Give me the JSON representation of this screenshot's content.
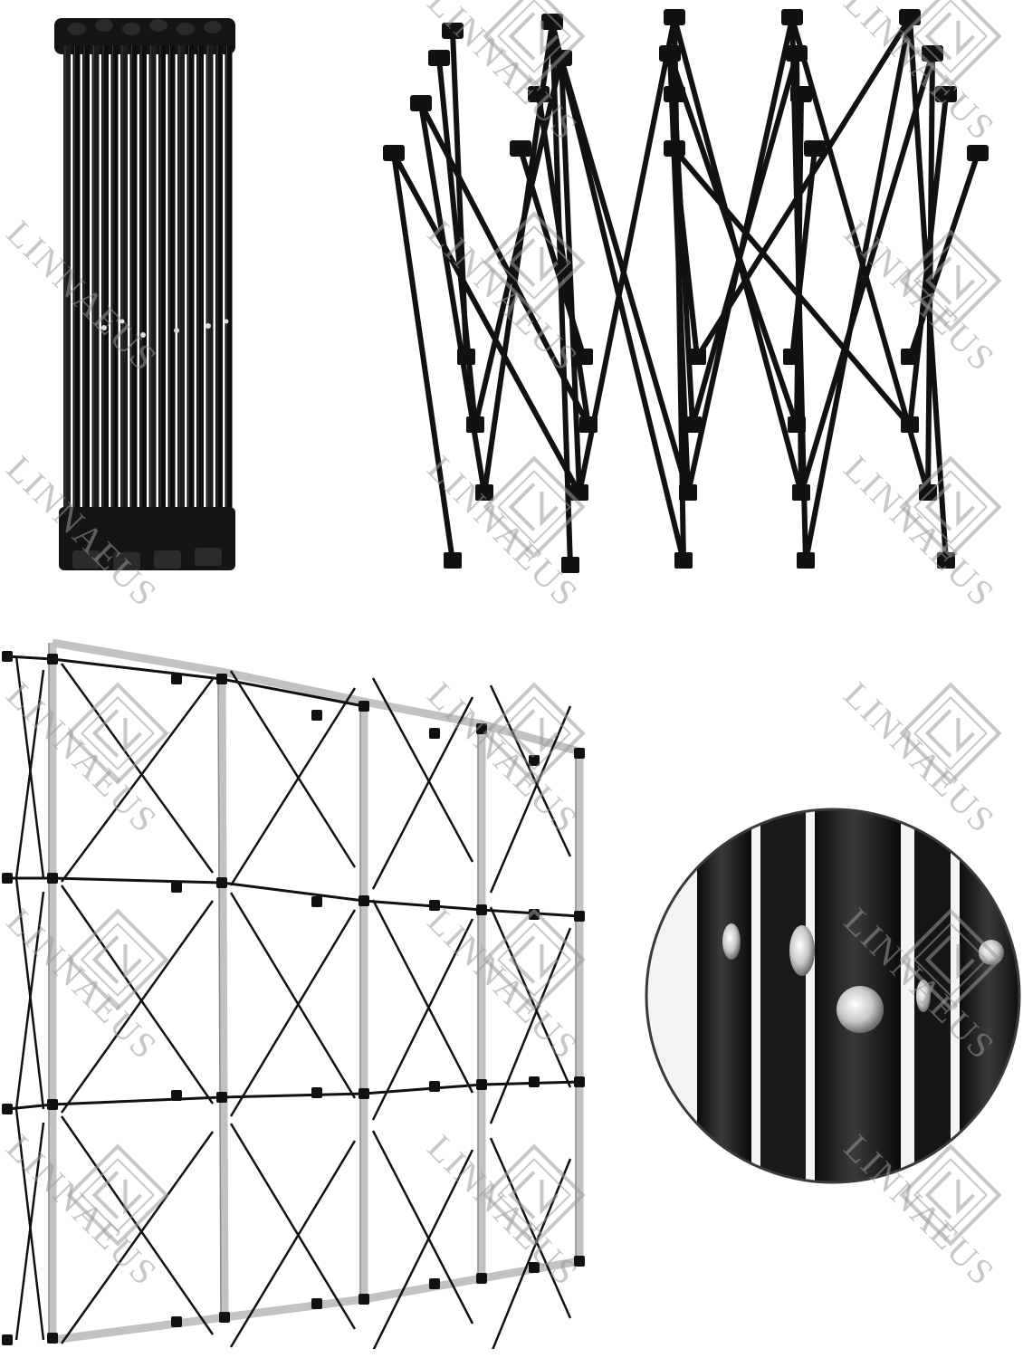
{
  "watermark": {
    "brand": "LINNAEUS",
    "logo_icon": "linnaeus-ln-monogram-diamond-logo",
    "color": "#9a9a9a"
  },
  "colors": {
    "background": "#ffffff",
    "frame_black": "#111111",
    "frame_silver": "#c4c4c4",
    "rivet": "#d9d9d9"
  },
  "panels": [
    {
      "name": "collapsed-frame-bundle",
      "icon": "folded-frame-photo"
    },
    {
      "name": "half-expanded-frame",
      "icon": "scissor-frame-photo"
    },
    {
      "name": "fully-expanded-frame",
      "icon": "wall-frame-photo"
    },
    {
      "name": "rivet-closeup",
      "icon": "magnified-rivet-photo"
    }
  ]
}
